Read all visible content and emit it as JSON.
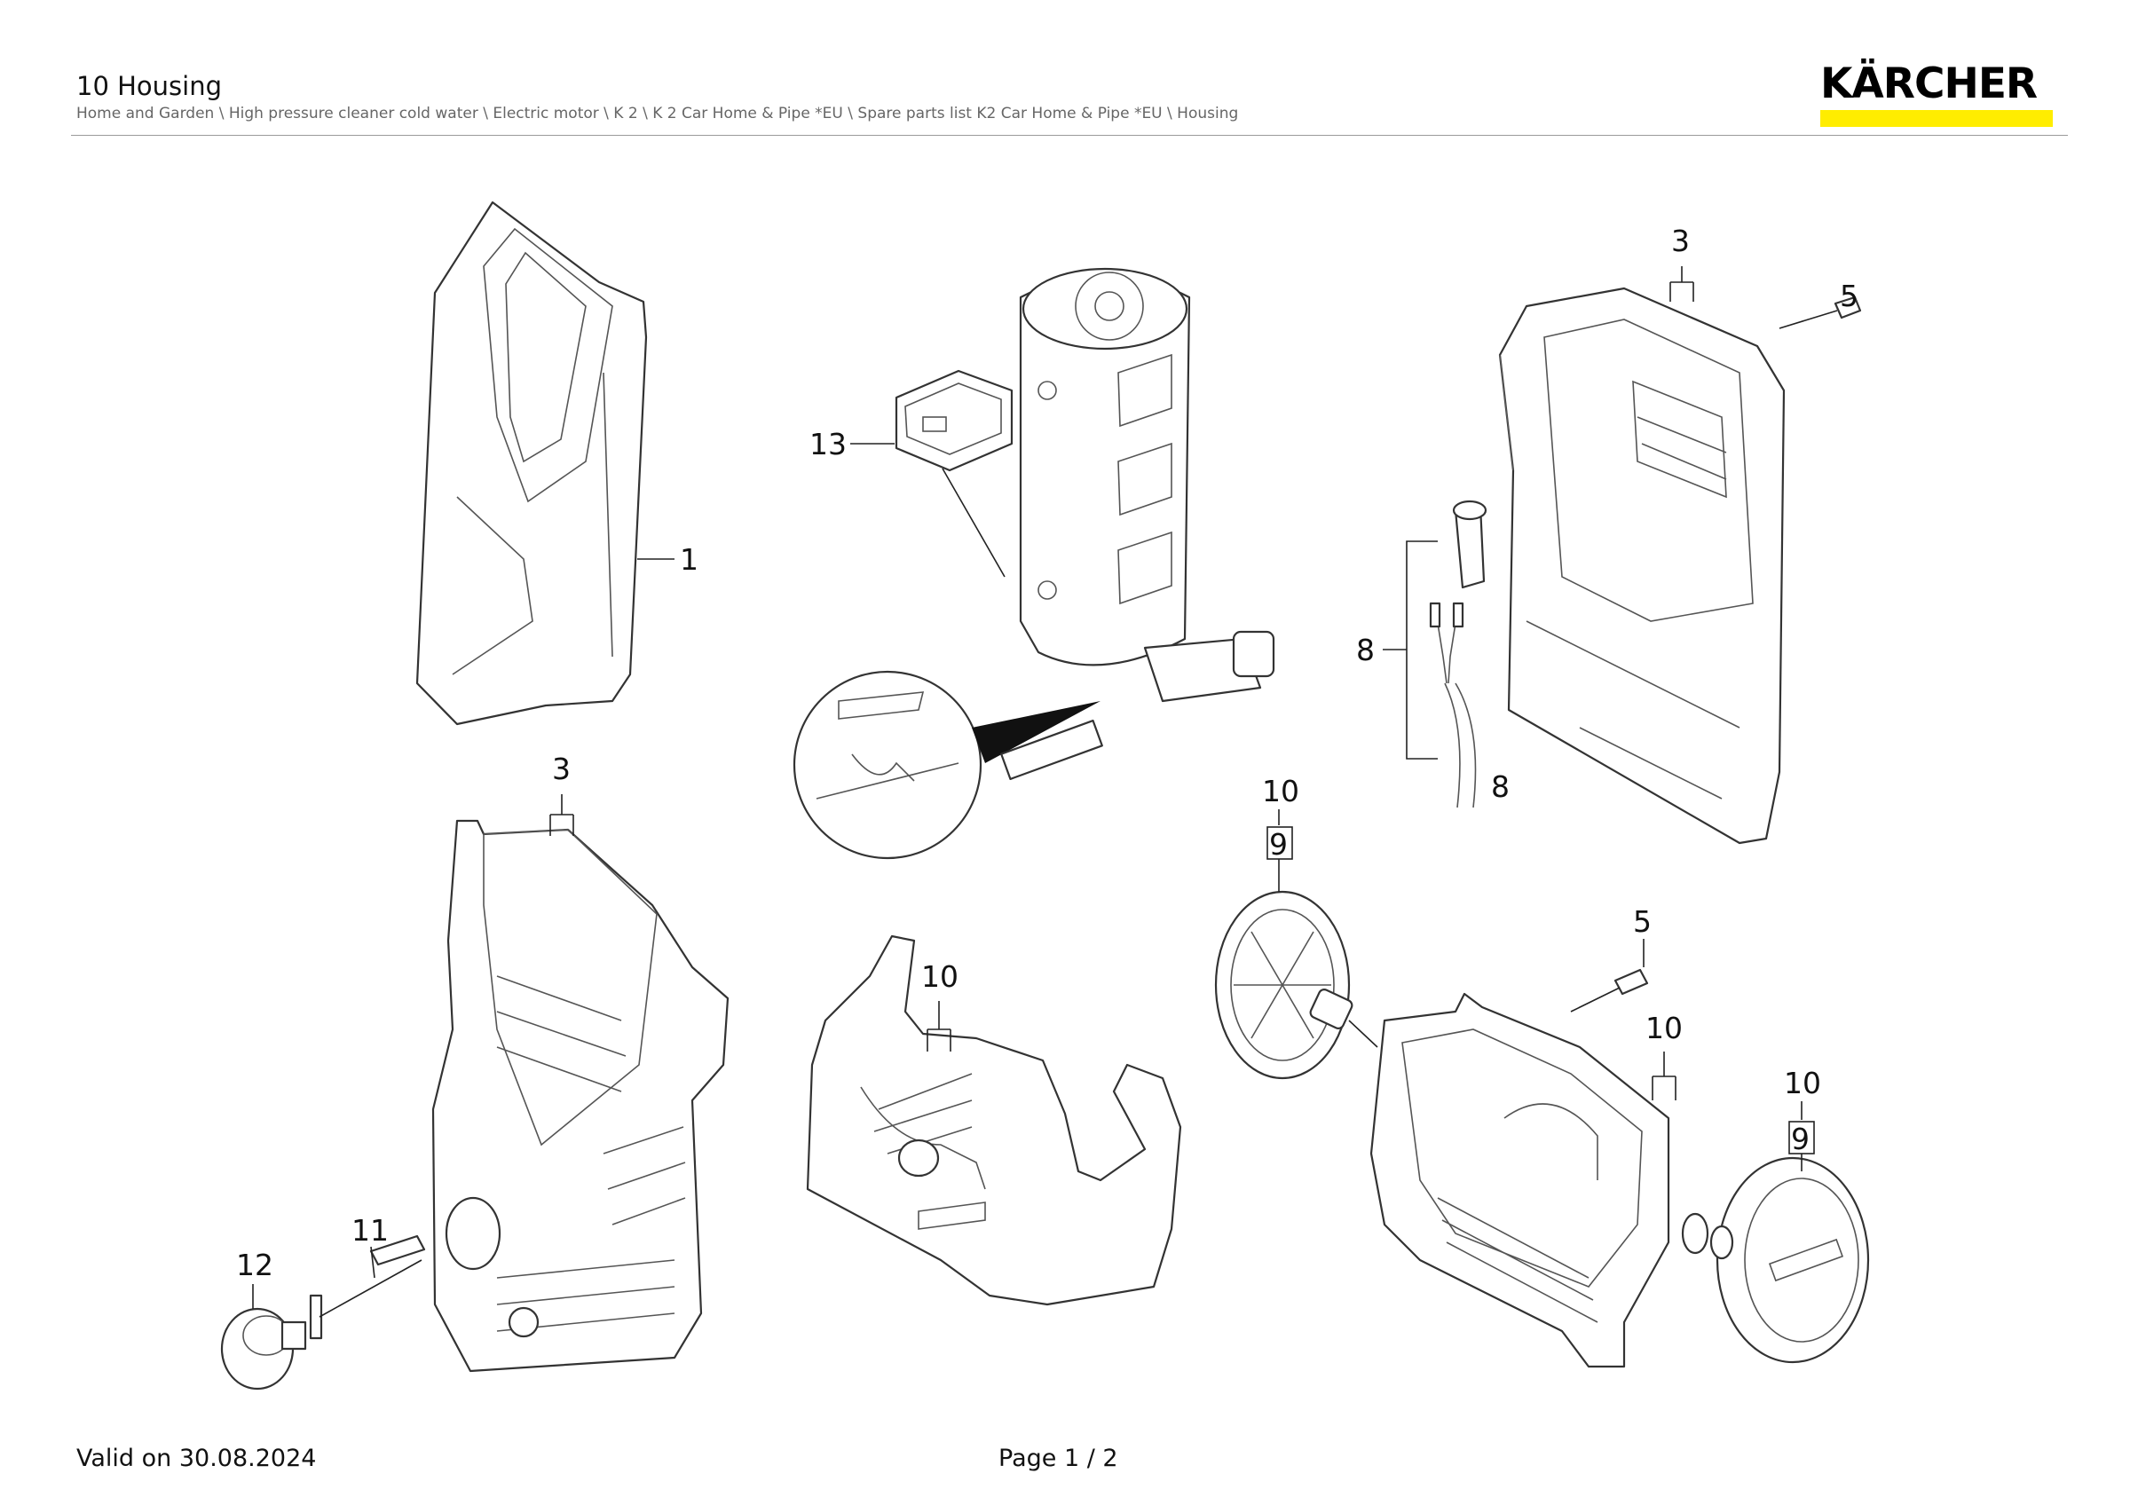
{
  "header": {
    "title": "10 Housing",
    "breadcrumb": "Home and Garden \\ High pressure cleaner cold water \\ Electric motor \\ K 2 \\ K 2 Car Home & Pipe *EU \\ Spare parts list K2 Car Home & Pipe *EU \\ Housing",
    "logo": "KÄRCHER",
    "brand_color": "#ffed00"
  },
  "diagram": {
    "labels": {
      "part1": "1",
      "part3_front": "3",
      "part3_rear": "3",
      "part5_top": "5",
      "part5_bottom": "5",
      "part8_bracket": "8",
      "part8_cable": "8",
      "part9_top": "9",
      "part9_bottom": "9",
      "part10_wheel_top": "10",
      "part10_base": "10",
      "part10_frame": "10",
      "part10_wheel_bottom": "10",
      "part10_lower": "10",
      "part11": "11",
      "part12": "12",
      "part13": "13"
    }
  },
  "footer": {
    "valid": "Valid on 30.08.2024",
    "page": "Page 1 / 2"
  }
}
